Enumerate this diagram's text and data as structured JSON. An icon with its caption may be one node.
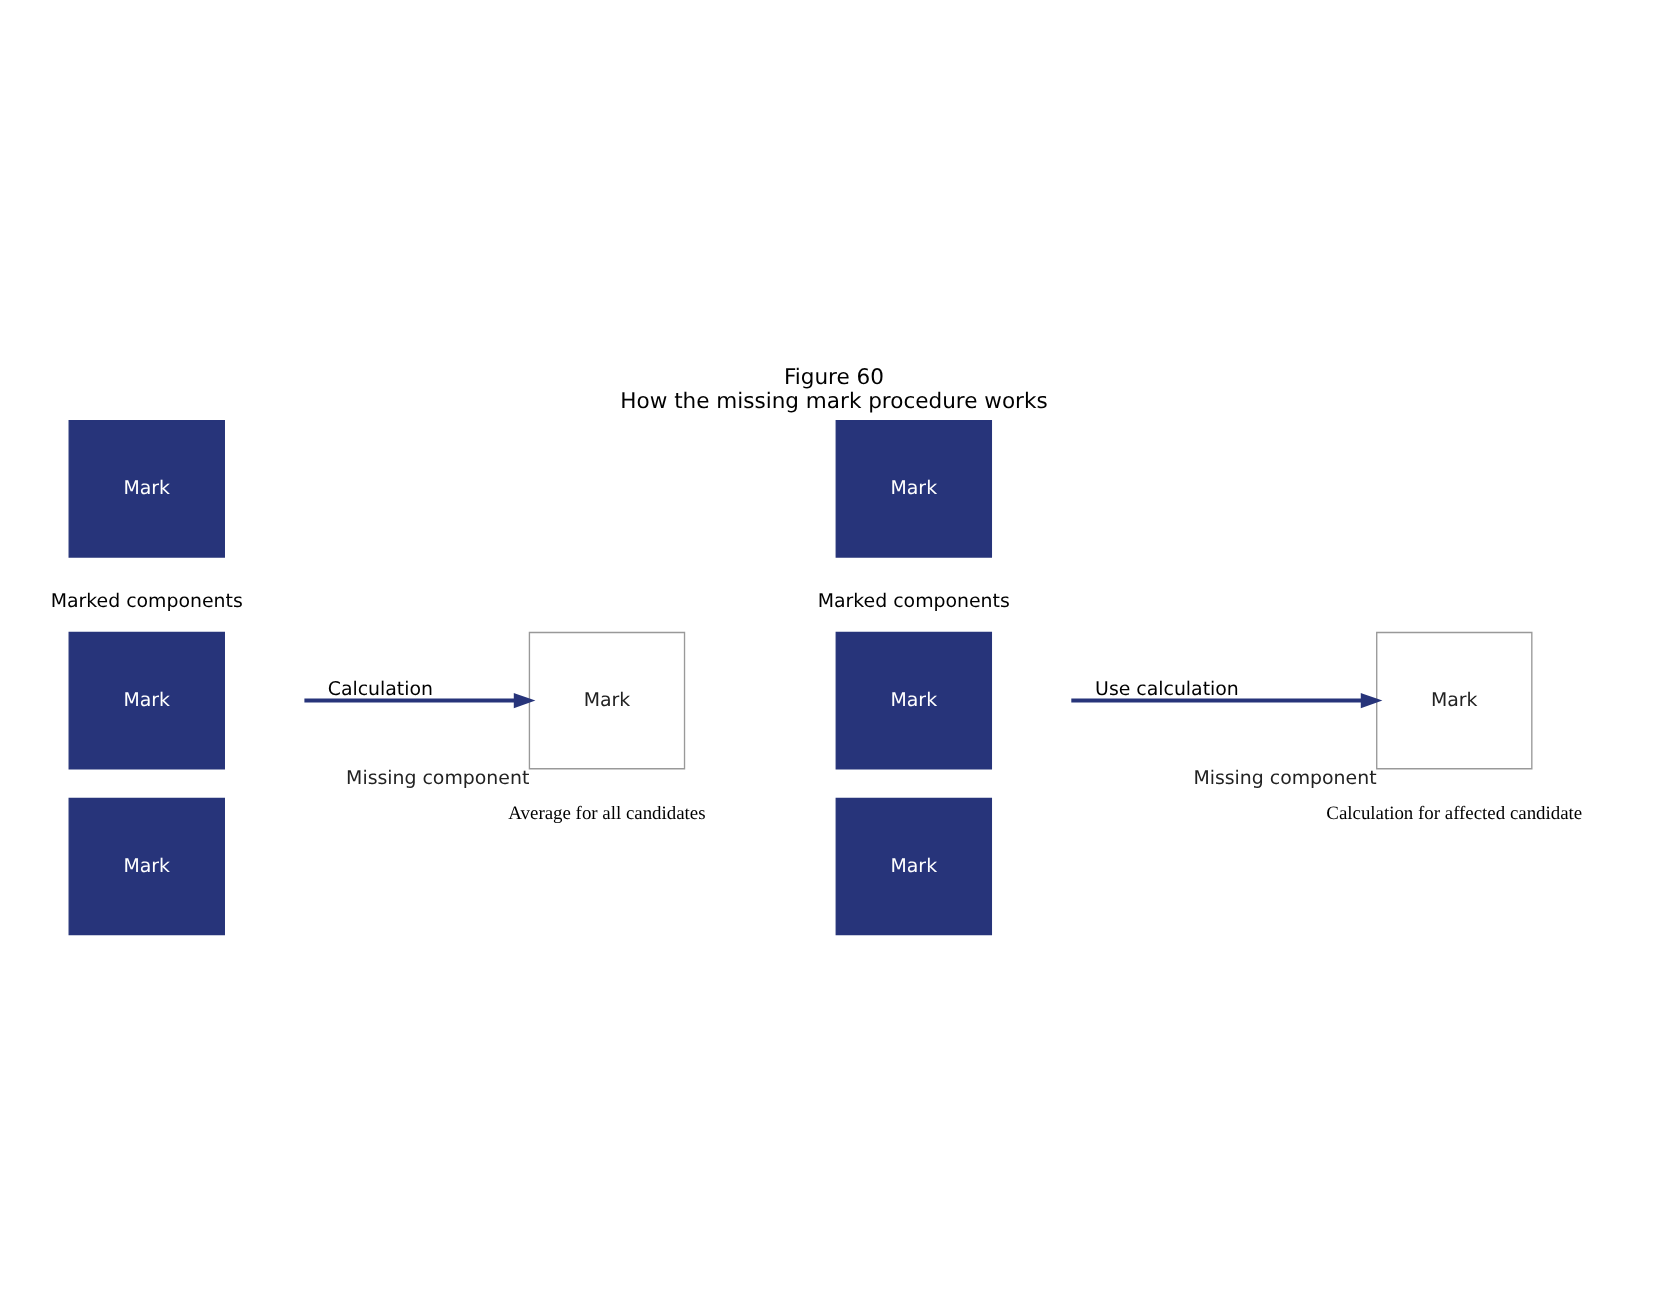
{
  "diagram": {
    "title": "Figure 60",
    "caption": "How the missing mark procedure works",
    "nodes": [
      {
        "text": [
          "Mark"
        ]
      },
      {
        "text": [
          "Mark"
        ]
      },
      {
        "text": [
          "Mark"
        ]
      },
      {
        "text": [
          "Mark"
        ],
        "beside": [
          "Missing component"
        ]
      },
      {
        "text": [
          "Mark"
        ]
      },
      {
        "text": [
          "Mark"
        ]
      },
      {
        "text": [
          "Mark"
        ]
      },
      {
        "text": [
          "Mark"
        ],
        "beside": [
          "Missing component"
        ]
      }
    ],
    "edges": [
      {
        "from": null,
        "to": 3,
        "arrow": "to",
        "label": "Calculation"
      },
      {
        "from": null,
        "to": 7,
        "arrow": "to",
        "label": "Use calculation"
      }
    ],
    "labels": [
      "Marked components",
      "Marked components",
      "Average for all candidates",
      "Calculation for affected candidate"
    ]
  }
}
